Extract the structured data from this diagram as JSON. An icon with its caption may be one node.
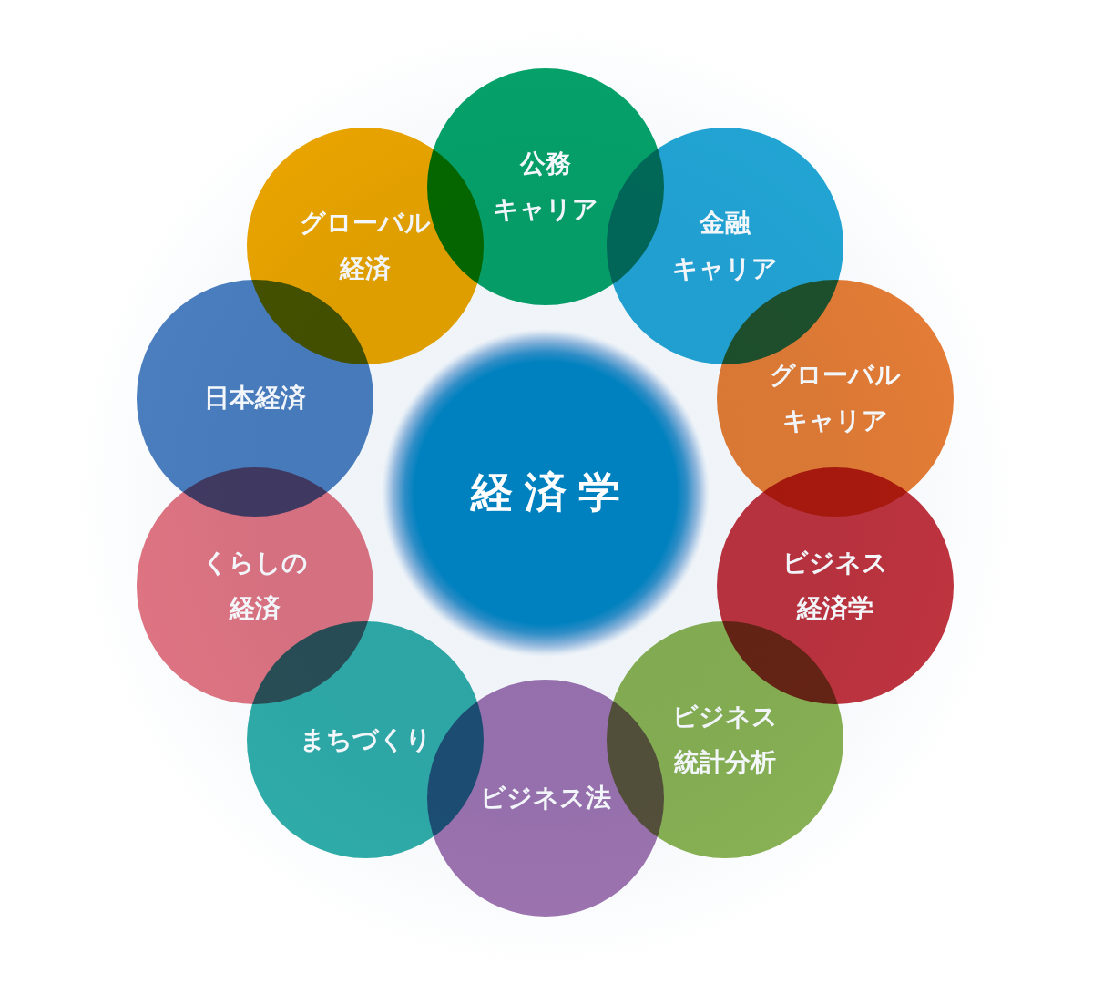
{
  "diagram": {
    "nodes": [
      {
        "text": [
          "経済学"
        ]
      },
      {
        "text": [
          "公務キャリア"
        ]
      },
      {
        "text": [
          "金融キャリア"
        ]
      },
      {
        "text": [
          "グローバルキャリア"
        ]
      },
      {
        "text": [
          "ビジネス経済学"
        ]
      },
      {
        "text": [
          "ビジネス統計分析"
        ]
      },
      {
        "text": [
          "ビジネス法"
        ]
      },
      {
        "text": [
          "まちづくり"
        ]
      },
      {
        "text": [
          "くらしの経済"
        ]
      },
      {
        "text": [
          "日本経済"
        ]
      },
      {
        "text": [
          "グローバル経済"
        ]
      }
    ]
  }
}
